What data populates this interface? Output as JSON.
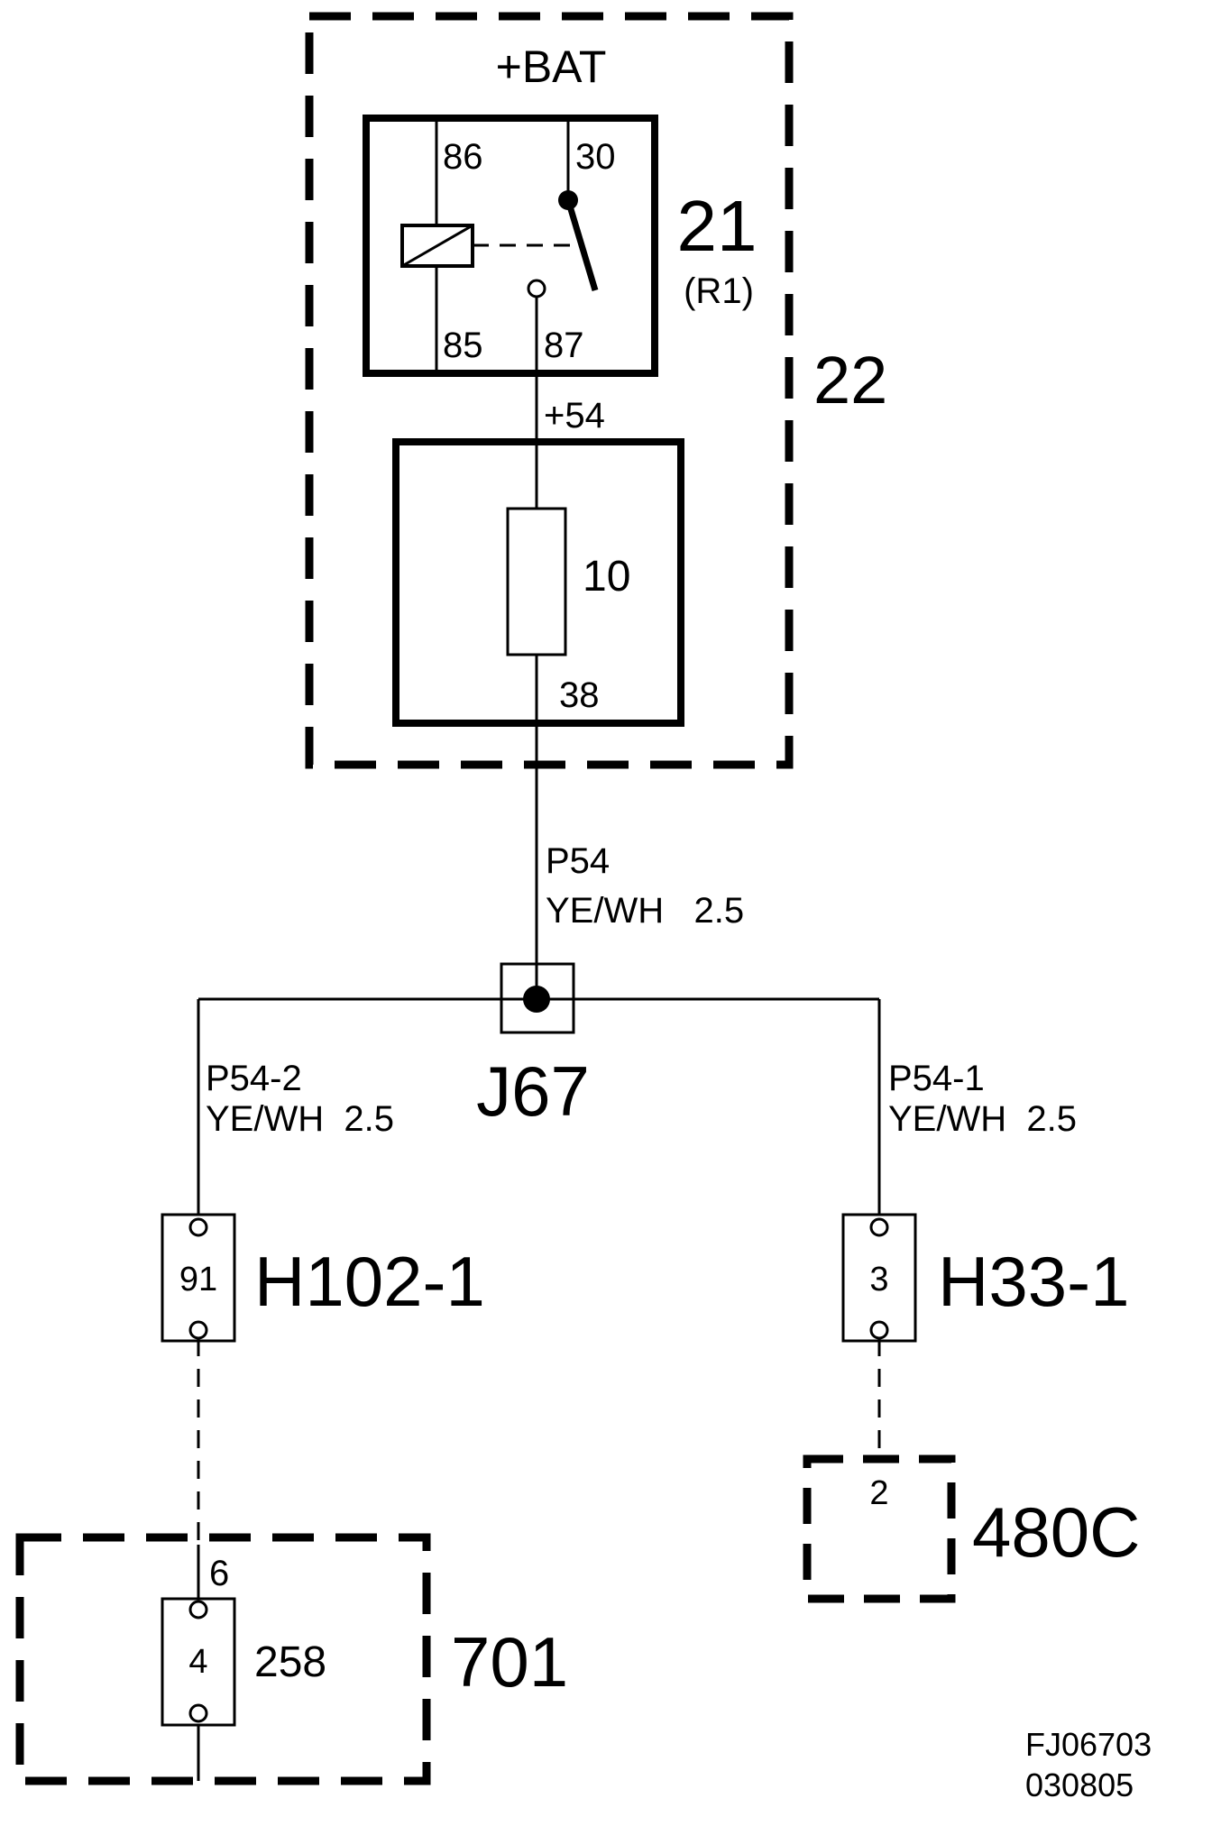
{
  "labels": {
    "bat": "+BAT",
    "relay_number": "21",
    "relay_code": "(R1)",
    "pin86": "86",
    "pin30": "30",
    "pin85": "85",
    "pin87": "87",
    "box22": "22",
    "plus54": "+54",
    "fuse_number": "10",
    "fuse_pin": "38",
    "wire_main_name": "P54",
    "wire_main_spec": "YE/WH   2.5",
    "junction": "J67",
    "wire_left_name": "P54-2",
    "wire_left_spec": "YE/WH  2.5",
    "wire_right_name": "P54-1",
    "wire_right_spec": "YE/WH  2.5",
    "conn_left_pin": "91",
    "conn_left_name": "H102-1",
    "conn_right_pin": "3",
    "conn_right_name": "H33-1",
    "comp480_pin": "2",
    "comp480_name": "480C",
    "comp701_pin_top": "6",
    "comp701_pin": "4",
    "comp701_ref": "258",
    "comp701_name": "701",
    "footer_code": "FJ06703",
    "footer_date": "030805"
  }
}
